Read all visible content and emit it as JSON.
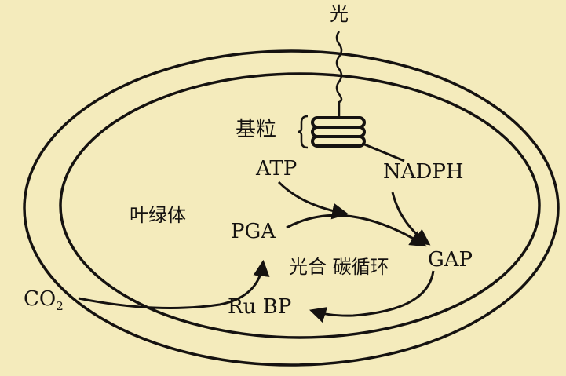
{
  "diagram": {
    "light": "光",
    "granum": "基粒",
    "atp": "ATP",
    "nadph": "NADPH",
    "chloroplast": "叶绿体",
    "pga": "PGA",
    "gap": "GAP",
    "cycle": "光合 碳循环",
    "co2": "CO",
    "co2_sub": "2",
    "rubp": "Ru BP"
  },
  "colors": {
    "background": "#f4ebbc",
    "ink": "#151210"
  }
}
